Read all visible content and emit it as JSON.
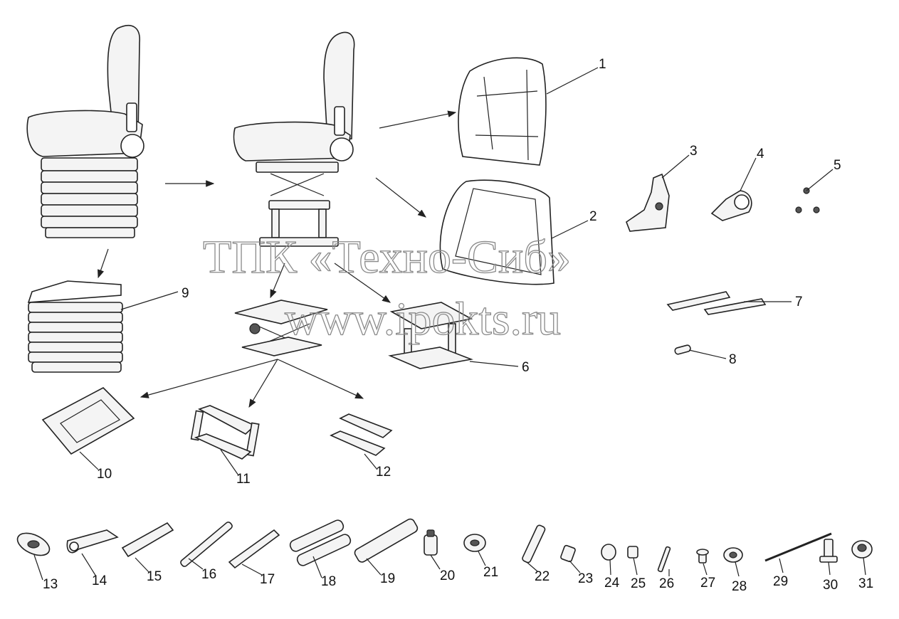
{
  "watermark": {
    "line1": "ТПК «Техно-Сиб»",
    "line2": "www.ipokts.ru"
  },
  "callouts": [
    "1",
    "2",
    "3",
    "4",
    "5",
    "6",
    "7",
    "8",
    "9",
    "10",
    "11",
    "12",
    "13",
    "14",
    "15",
    "16",
    "17",
    "18",
    "19",
    "20",
    "21",
    "22",
    "23",
    "24",
    "25",
    "26",
    "27",
    "28",
    "29",
    "30",
    "31"
  ]
}
